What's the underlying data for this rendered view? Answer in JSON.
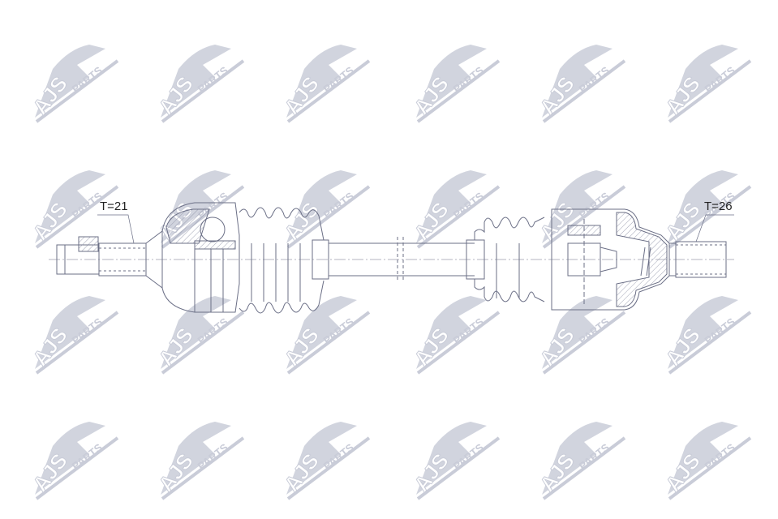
{
  "watermark": {
    "text_main": "AJS",
    "text_sub": "PARTS",
    "color": "#c9ccd8",
    "rows": [
      35,
      190,
      345,
      500
    ],
    "cols": [
      35,
      190,
      345,
      505,
      660,
      815
    ]
  },
  "drawing": {
    "title": "Drive shaft",
    "left_spline_label": "T=21",
    "right_spline_label": "T=26",
    "line_color": "#6b6f86"
  }
}
